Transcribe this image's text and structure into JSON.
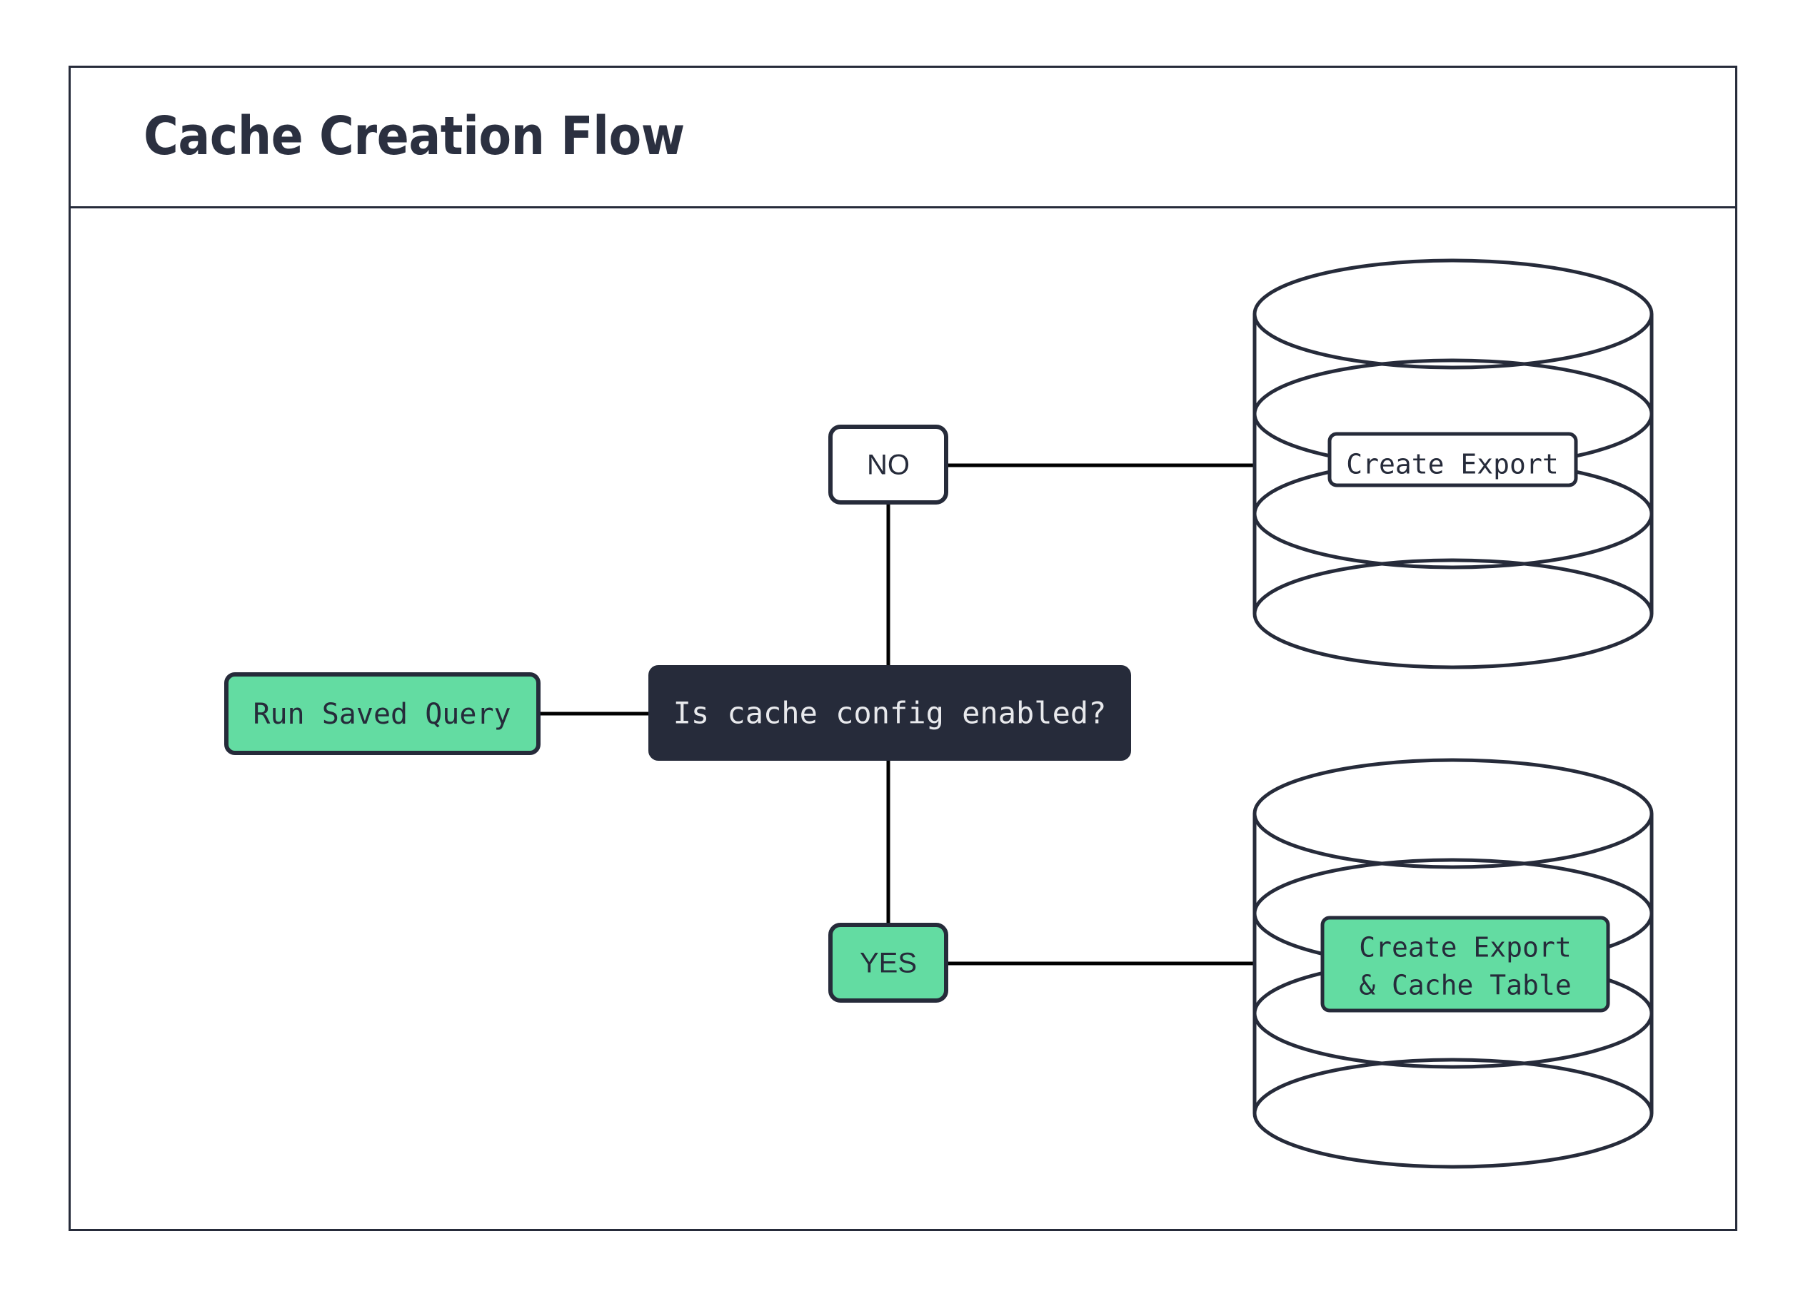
{
  "frame": {
    "title": "Cache Creation Flow",
    "border_color": "#262b3a",
    "background": "#ffffff"
  },
  "palette": {
    "dark": "#262b3a",
    "green": "#63dca2",
    "white": "#ffffff",
    "light_text": "#e8e9ec",
    "line": "#000000"
  },
  "nodes": {
    "start": {
      "label": "Run Saved Query",
      "fill": "#63dca2",
      "text_color": "#262b3a"
    },
    "decision": {
      "label": "Is cache config enabled?",
      "fill": "#262b3a",
      "text_color": "#e8e9ec"
    },
    "branch_no": {
      "label": "NO",
      "fill": "#ffffff",
      "text_color": "#262b3a"
    },
    "branch_yes": {
      "label": "YES",
      "fill": "#63dca2",
      "text_color": "#262b3a"
    },
    "db_top": {
      "label": "Create Export",
      "fill": "#ffffff",
      "text_color": "#262b3a"
    },
    "db_bottom": {
      "label_line1": "Create Export",
      "label_line2": "& Cache Table",
      "fill": "#63dca2",
      "text_color": "#262b3a"
    }
  },
  "edges": [
    {
      "from": "start",
      "to": "decision",
      "label": ""
    },
    {
      "from": "decision",
      "to": "branch_no",
      "label": "NO"
    },
    {
      "from": "decision",
      "to": "branch_yes",
      "label": "YES"
    },
    {
      "from": "branch_no",
      "to": "db_top",
      "label": ""
    },
    {
      "from": "branch_yes",
      "to": "db_bottom",
      "label": ""
    }
  ]
}
